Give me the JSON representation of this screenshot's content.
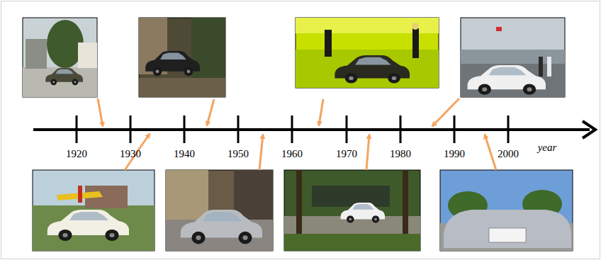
{
  "diagram": {
    "labels": [
      "1920",
      "1930",
      "1940",
      "1950",
      "1960",
      "1970",
      "1980",
      "1990",
      "2000",
      "year"
    ]
  }
}
